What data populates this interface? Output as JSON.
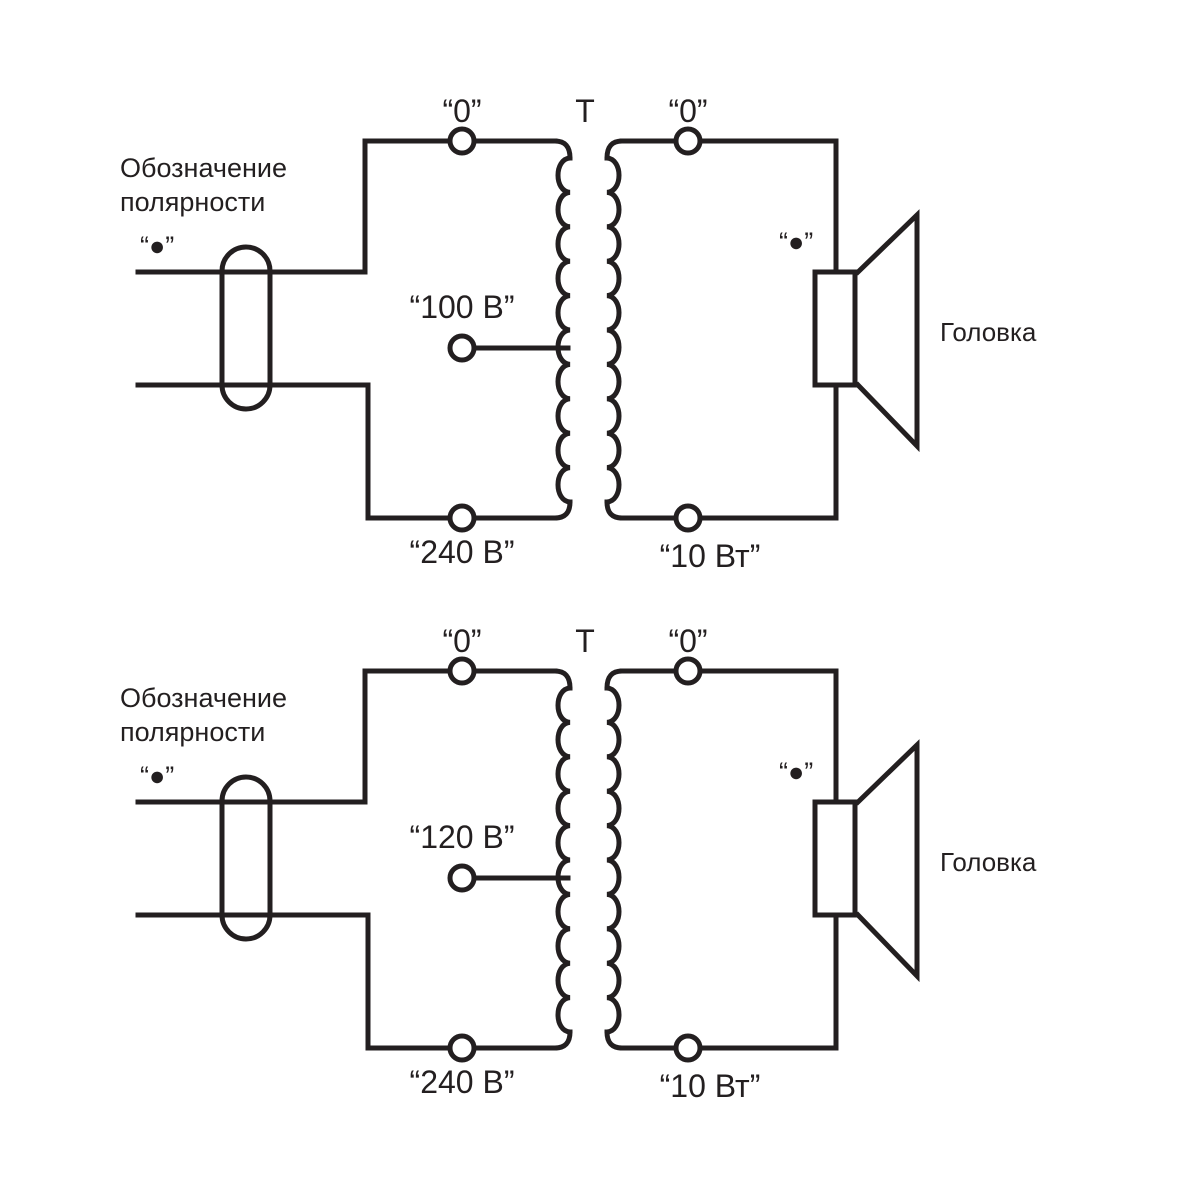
{
  "circuits": [
    {
      "transformer_label": "T",
      "polarity_label": [
        "Обозначение",
        "полярности"
      ],
      "polarity_mark": "“●”",
      "primary_top": "“0”",
      "primary_tap": "“100 В”",
      "primary_bottom": "“240 В”",
      "secondary_top": "“0”",
      "secondary_bottom": "“10 Вт”",
      "speaker_mark": "“●”",
      "speaker_label": "Головка"
    },
    {
      "transformer_label": "T",
      "polarity_label": [
        "Обозначение",
        "полярности"
      ],
      "polarity_mark": "“●”",
      "primary_top": "“0”",
      "primary_tap": "“120 В”",
      "primary_bottom": "“240 В”",
      "secondary_top": "“0”",
      "secondary_bottom": "“10 Вт”",
      "speaker_mark": "“●”",
      "speaker_label": "Головка"
    }
  ],
  "colors": {
    "ink": "#231f20",
    "background": "#ffffff"
  }
}
